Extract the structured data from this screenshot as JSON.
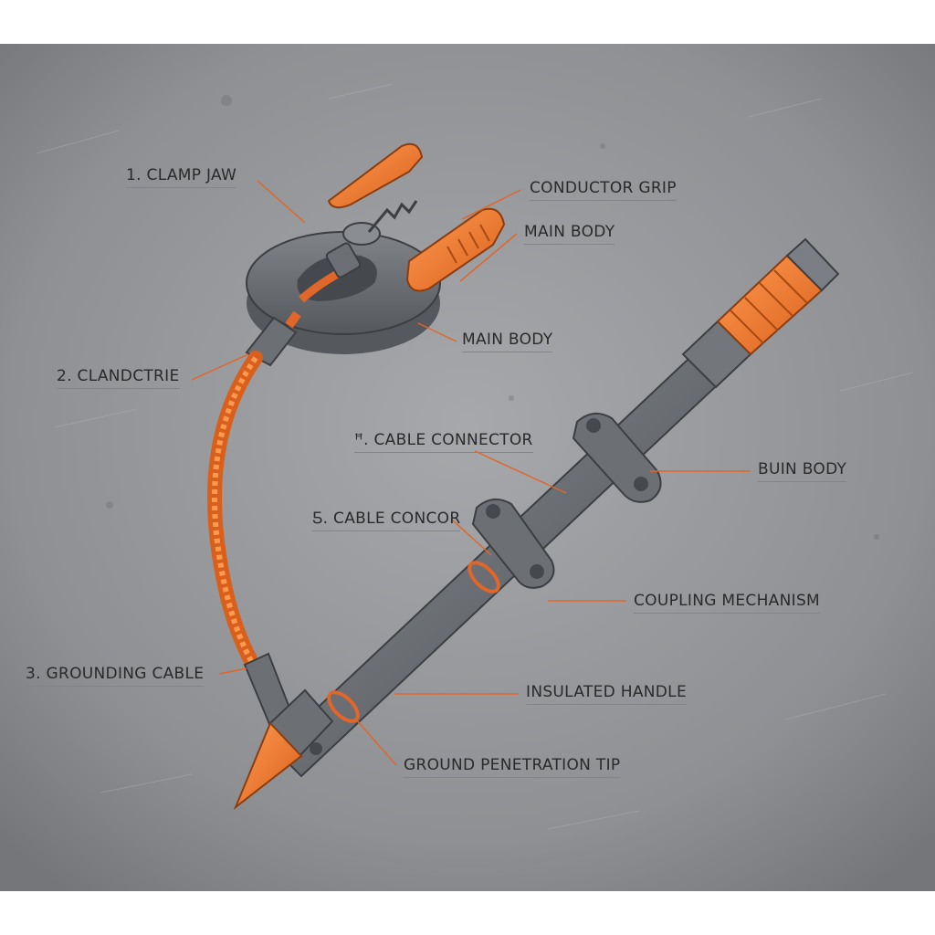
{
  "colors": {
    "accent": "#f07a2e",
    "metal_dark": "#505358",
    "metal_mid": "#7b7f85",
    "background_steel": "#9a9c9f",
    "leader_line": "#e0662a"
  },
  "labels": {
    "clamp_jaw": "1. CLAMP JAW",
    "conductor_grip": "CONDUCTOR GRIP",
    "main_body_1": "MAIN BODY",
    "main_body_2": "MAIN BODY",
    "clandctrie": "2. CLANDCTRIE",
    "cable_connector": "ꟸ. CABLE CONNECTOR",
    "buin_body": "BUIN BODY",
    "cable_concor": "Ƽ. CABLE CONCOR",
    "coupling_mechanism": "COUPLING MECHANISM",
    "grounding_cable": "3. GROUNDING CABLE",
    "insulated_handle": "INSULATED HANDLE",
    "ground_penetration_tip": "GROUND PENETRATION TIP"
  }
}
